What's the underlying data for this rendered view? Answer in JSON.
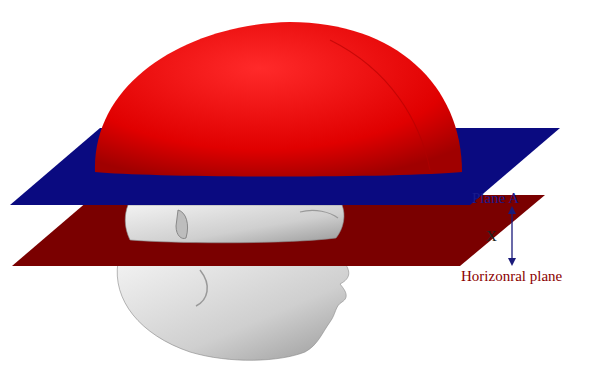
{
  "diagram": {
    "labels": [
      "Plane A",
      "X",
      "Horizonral plane"
    ]
  }
}
